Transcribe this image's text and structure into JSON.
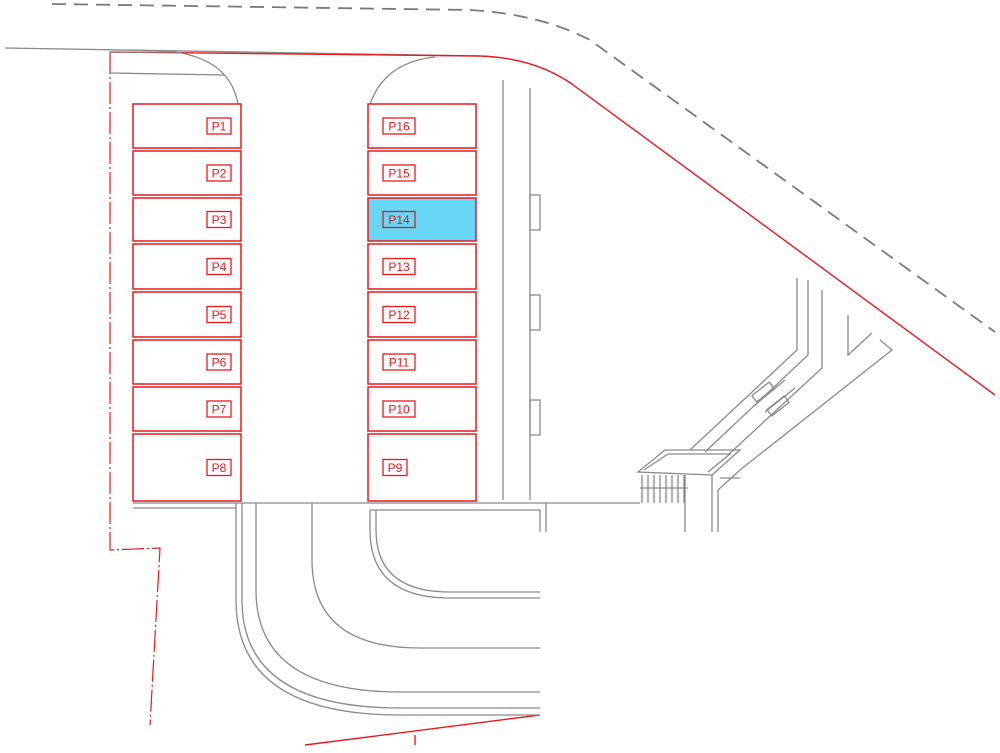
{
  "spaces": [
    {
      "id": "P1",
      "row": "left",
      "slot": 0
    },
    {
      "id": "P2",
      "row": "left",
      "slot": 1
    },
    {
      "id": "P3",
      "row": "left",
      "slot": 2
    },
    {
      "id": "P4",
      "row": "left",
      "slot": 3
    },
    {
      "id": "P5",
      "row": "left",
      "slot": 4
    },
    {
      "id": "P6",
      "row": "left",
      "slot": 5
    },
    {
      "id": "P7",
      "row": "left",
      "slot": 6
    },
    {
      "id": "P8",
      "row": "left",
      "slot": 7
    },
    {
      "id": "P16",
      "row": "right",
      "slot": 0
    },
    {
      "id": "P15",
      "row": "right",
      "slot": 1
    },
    {
      "id": "P14",
      "row": "right",
      "slot": 2
    },
    {
      "id": "P13",
      "row": "right",
      "slot": 3
    },
    {
      "id": "P12",
      "row": "right",
      "slot": 4
    },
    {
      "id": "P11",
      "row": "right",
      "slot": 5
    },
    {
      "id": "P10",
      "row": "right",
      "slot": 6
    },
    {
      "id": "P9",
      "row": "right",
      "slot": 7
    }
  ],
  "selected_space": "P14",
  "colors": {
    "space_outline": "#e8191f",
    "selected_fill": "#66d7f5",
    "linework": "#8a8a8a"
  }
}
